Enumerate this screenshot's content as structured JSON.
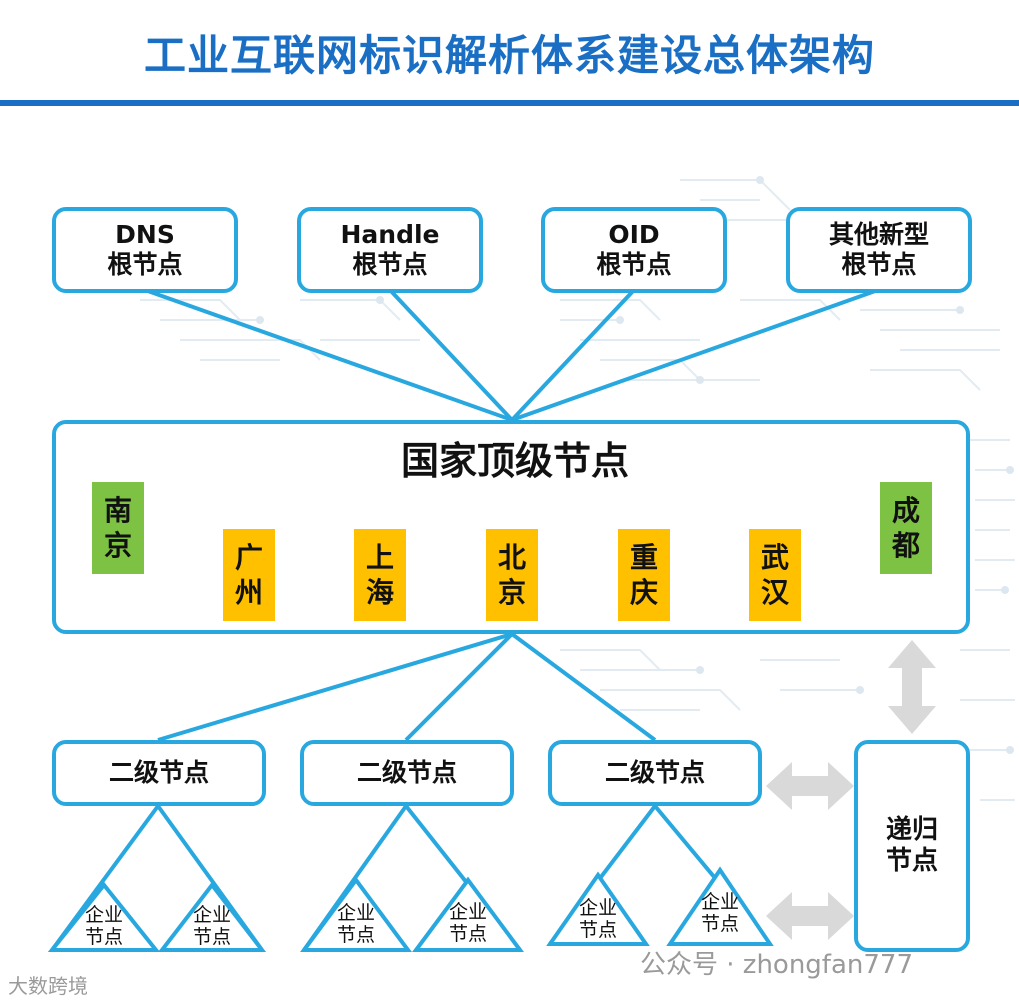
{
  "title": "工业互联网标识解析体系建设总体架构",
  "root_nodes": [
    {
      "line1": "DNS",
      "line2": "根节点"
    },
    {
      "line1": "Handle",
      "line2": "根节点"
    },
    {
      "line1": "OID",
      "line2": "根节点"
    },
    {
      "line1": "其他新型",
      "line2": "根节点"
    }
  ],
  "national_node": {
    "label": "国家顶级节点",
    "cities": [
      {
        "c1": "南",
        "c2": "京",
        "color": "#7dc242"
      },
      {
        "c1": "广",
        "c2": "州",
        "color": "#ffc000"
      },
      {
        "c1": "上",
        "c2": "海",
        "color": "#ffc000"
      },
      {
        "c1": "北",
        "c2": "京",
        "color": "#ffc000"
      },
      {
        "c1": "重",
        "c2": "庆",
        "color": "#ffc000"
      },
      {
        "c1": "武",
        "c2": "汉",
        "color": "#ffc000"
      },
      {
        "c1": "成",
        "c2": "都",
        "color": "#7dc242"
      }
    ]
  },
  "second_level_nodes": [
    "二级节点",
    "二级节点",
    "二级节点"
  ],
  "recursive_node": {
    "line1": "递归",
    "line2": "节点"
  },
  "enterprise_nodes": [
    {
      "line1": "企业",
      "line2": "节点"
    },
    {
      "line1": "企业",
      "line2": "节点"
    },
    {
      "line1": "企业",
      "line2": "节点"
    },
    {
      "line1": "企业",
      "line2": "节点"
    },
    {
      "line1": "企业",
      "line2": "节点"
    },
    {
      "line1": "企业",
      "line2": "节点"
    }
  ],
  "watermarks": {
    "right": "公众号 · zhongfan777",
    "left": "大数跨境"
  },
  "colors": {
    "accent": "#1a6fc4",
    "box_border": "#29a8e0",
    "capital_nodes": "#7dc242",
    "regional_nodes": "#ffc000",
    "arrows": "#d9d9d9"
  }
}
